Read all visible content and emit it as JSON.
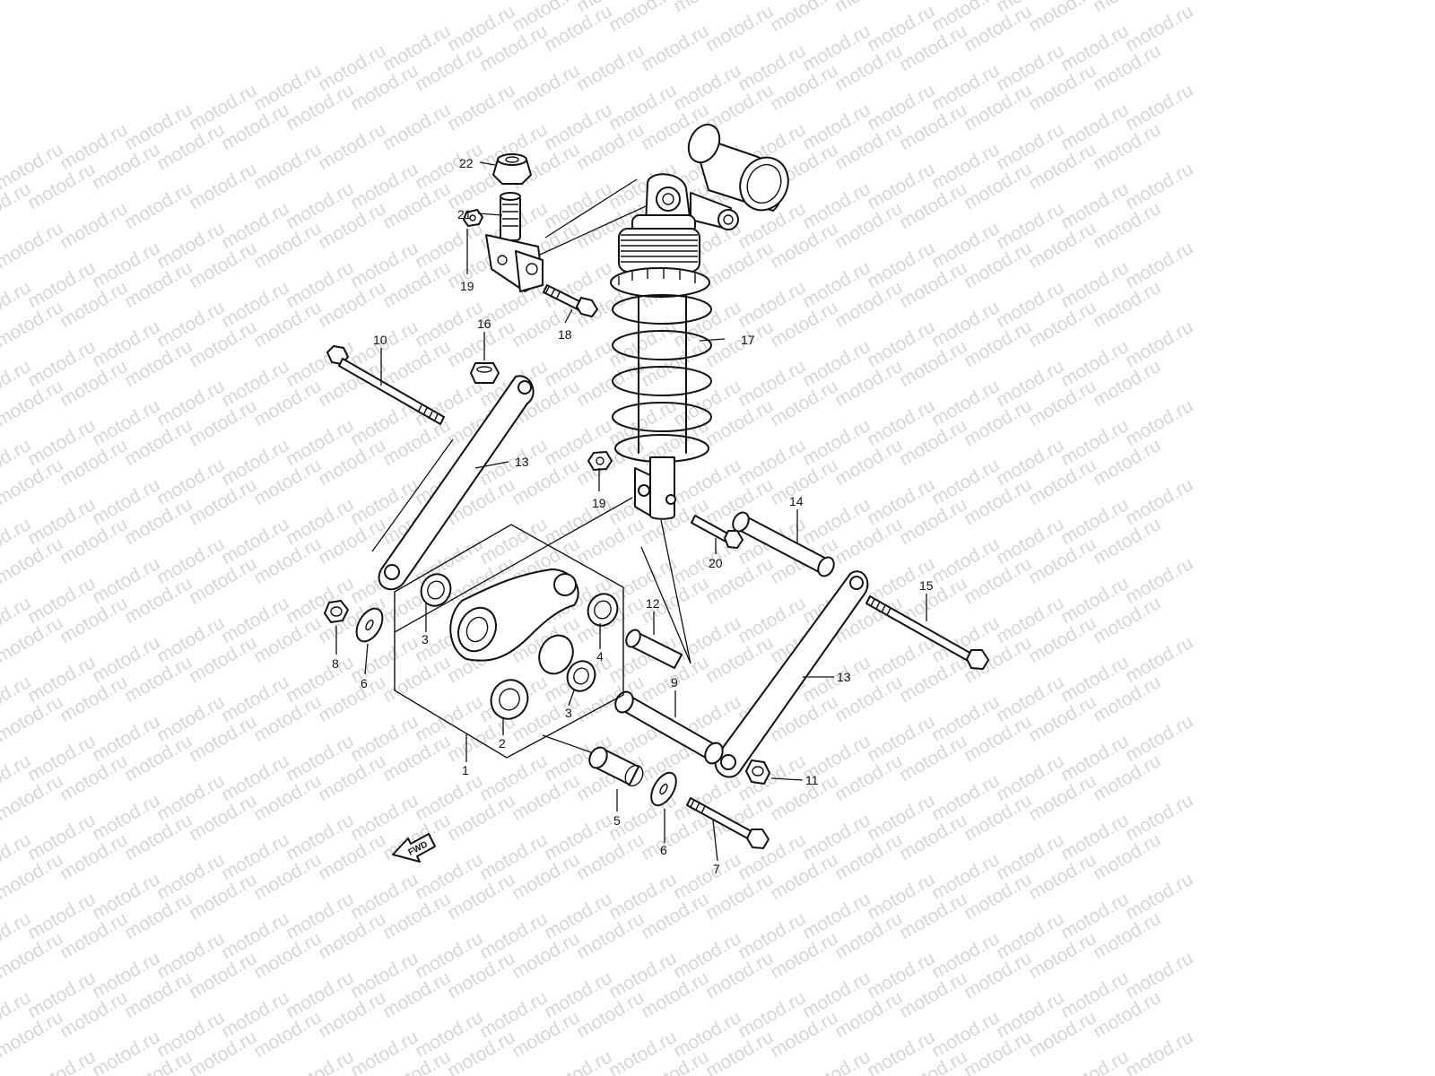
{
  "watermark": {
    "text": "motod.ru",
    "color": "#d6d6d6"
  },
  "direction_marker": {
    "label": "FWD",
    "icon": "forward-arrow-icon"
  },
  "callouts": [
    {
      "id": "c22",
      "label": "22"
    },
    {
      "id": "c21",
      "label": "21"
    },
    {
      "id": "c19a",
      "label": "19"
    },
    {
      "id": "c18",
      "label": "18"
    },
    {
      "id": "c16",
      "label": "16"
    },
    {
      "id": "c10",
      "label": "10"
    },
    {
      "id": "c17",
      "label": "17"
    },
    {
      "id": "c13a",
      "label": "13"
    },
    {
      "id": "c19b",
      "label": "19"
    },
    {
      "id": "c14",
      "label": "14"
    },
    {
      "id": "c20",
      "label": "20"
    },
    {
      "id": "c15",
      "label": "15"
    },
    {
      "id": "c12",
      "label": "12"
    },
    {
      "id": "c8",
      "label": "8"
    },
    {
      "id": "c6a",
      "label": "6"
    },
    {
      "id": "c3a",
      "label": "3"
    },
    {
      "id": "c4",
      "label": "4"
    },
    {
      "id": "c3b",
      "label": "3"
    },
    {
      "id": "c13b",
      "label": "13"
    },
    {
      "id": "c9",
      "label": "9"
    },
    {
      "id": "c2",
      "label": "2"
    },
    {
      "id": "c1",
      "label": "1"
    },
    {
      "id": "c11",
      "label": "11"
    },
    {
      "id": "c5",
      "label": "5"
    },
    {
      "id": "c6b",
      "label": "6"
    },
    {
      "id": "c7",
      "label": "7"
    }
  ]
}
